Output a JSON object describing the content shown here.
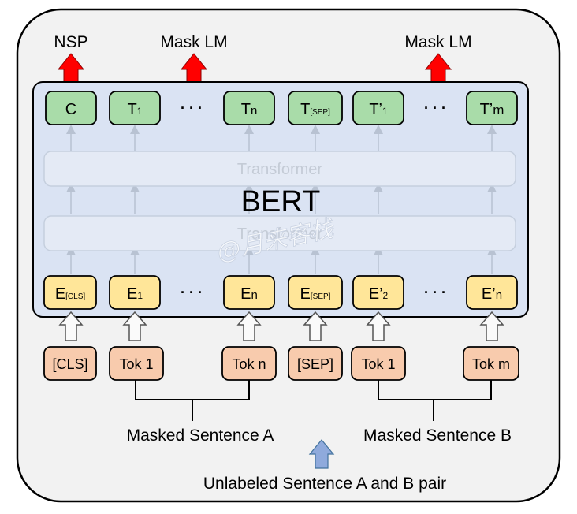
{
  "outputs": {
    "nsp": "NSP",
    "mask_lm_1": "Mask LM",
    "mask_lm_2": "Mask LM"
  },
  "model": {
    "title": "BERT",
    "transformer_label_top": "Transformer",
    "transformer_label_bottom": "Transformer"
  },
  "output_tokens": {
    "c": "C",
    "t1": {
      "base": "T",
      "sub": "1"
    },
    "tn": {
      "base": "T",
      "sub": "n"
    },
    "tsep": {
      "base": "T",
      "sub": "[SEP]"
    },
    "tp1": {
      "base": "T’",
      "sub": "1"
    },
    "tpm": {
      "base": "T’",
      "sub": "m"
    }
  },
  "embeddings": {
    "ecls": {
      "base": "E",
      "sub": "[CLS]"
    },
    "e1": {
      "base": "E",
      "sub": "1"
    },
    "en": {
      "base": "E",
      "sub": "n"
    },
    "esep": {
      "base": "E",
      "sub": "[SEP]"
    },
    "ep2": {
      "base": "E’",
      "sub": "2"
    },
    "epn": {
      "base": "E’",
      "sub": "n"
    }
  },
  "input_tokens": {
    "cls": "[CLS]",
    "tok1_a": "Tok 1",
    "tokn": "Tok n",
    "sep": "[SEP]",
    "tok1_b": "Tok 1",
    "tokm": "Tok m"
  },
  "ellipsis": "· · ·",
  "labels": {
    "sentence_a": "Masked Sentence A",
    "sentence_b": "Masked Sentence B",
    "pair": "Unlabeled Sentence A and B pair"
  },
  "watermark": "@月来客栈",
  "colors": {
    "background": "#f2f2f2",
    "model_fill": "#dae3f3",
    "output_fill": "#a9dca9",
    "embedding_fill": "#ffe699",
    "input_fill": "#f8cbad",
    "arrow_red": "#ff0000",
    "arrow_blue": "#8faadc"
  }
}
